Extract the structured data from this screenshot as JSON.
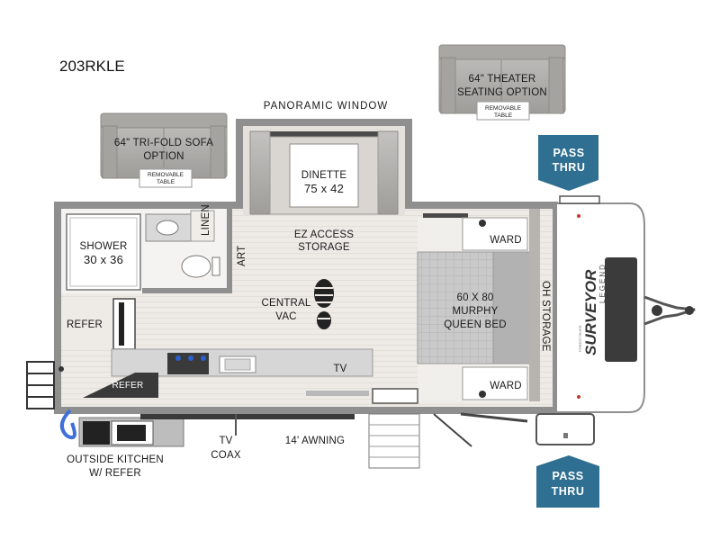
{
  "model": "203RKLE",
  "labels": {
    "panoramic_window": "PANORAMIC WINDOW",
    "theater_seating_1": "64\" THEATER",
    "theater_seating_2": "SEATING OPTION",
    "theater_table_1": "REMOVABLE",
    "theater_table_2": "TABLE",
    "sofa_1": "64\" TRI-FOLD SOFA",
    "sofa_2": "OPTION",
    "sofa_table_1": "REMOVABLE",
    "sofa_table_2": "TABLE",
    "dinette_1": "DINETTE",
    "dinette_2": "75 x 42",
    "linen": "LINEN",
    "art": "ART",
    "ez_access_1": "EZ ACCESS",
    "ez_access_2": "STORAGE",
    "shower_1": "SHOWER",
    "shower_2": "30 x 36",
    "central_vac_1": "CENTRAL",
    "central_vac_2": "VAC",
    "refer": "REFER",
    "refer_small": "REFER",
    "tv": "TV",
    "ward_top": "WARD",
    "ward_bottom": "WARD",
    "bed_1": "60 X 80",
    "bed_2": "MURPHY",
    "bed_3": "QUEEN BED",
    "oh_storage": "OH STORAGE",
    "tv_coax_1": "TV",
    "tv_coax_2": "COAX",
    "awning": "14' AWNING",
    "outside_kitchen_1": "OUTSIDE KITCHEN",
    "outside_kitchen_2": "W/ REFER",
    "pass_thru_top_1": "PASS",
    "pass_thru_top_2": "THRU",
    "pass_thru_bottom_1": "PASS",
    "pass_thru_bottom_2": "THRU",
    "brand_logo": "SURVEYOR",
    "brand_logo_sub": "LEGEND",
    "brand_logo_top": "FOREST RIVER"
  },
  "colors": {
    "wall": "#8a8a8a",
    "floor": "#ece9e4",
    "cushion": "#b3b1ae",
    "counter": "#cfcfcf",
    "pass_thru": "#2f6f91",
    "awning_blue": "#3f6fd8"
  }
}
